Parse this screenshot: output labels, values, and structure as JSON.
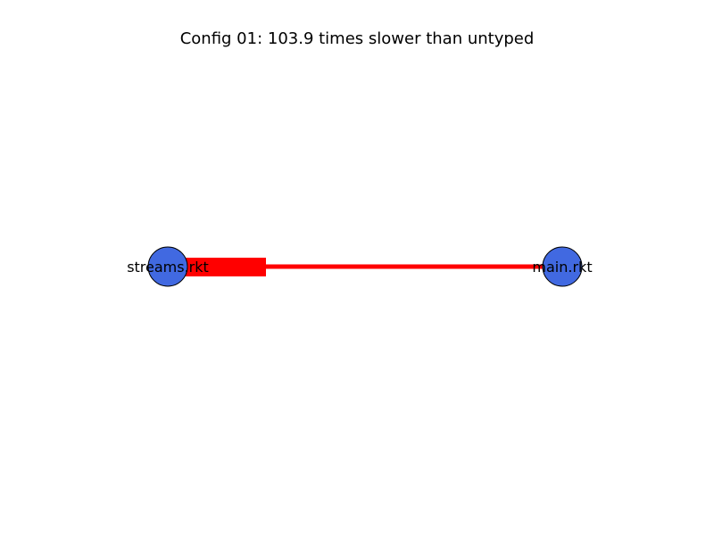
{
  "title": "Config 01: 103.9 times slower than untyped",
  "colors": {
    "edge": "#ff0000",
    "node_fill": "#4169e1",
    "node_stroke": "#000000",
    "background": "#ffffff"
  },
  "nodes": [
    {
      "id": "streams",
      "label": "streams.rkt"
    },
    {
      "id": "main",
      "label": "main.rkt"
    }
  ],
  "edges": [
    {
      "from": "main",
      "to": "streams",
      "style": "arrow"
    }
  ]
}
